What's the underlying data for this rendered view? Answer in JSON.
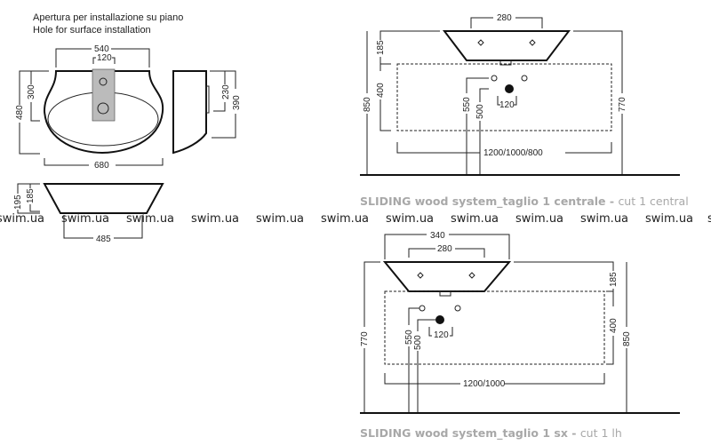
{
  "left": {
    "caption_it": "Apertura per installazione su piano",
    "caption_en": "Hole for surface installation",
    "dims": {
      "w540": "540",
      "w120": "120",
      "h480": "480",
      "h300": "300",
      "w680": "680",
      "h230": "230",
      "h390": "390",
      "h195": "195",
      "h185": "185",
      "w485": "485"
    }
  },
  "central": {
    "dims": {
      "w280": "280",
      "h185": "185",
      "h400": "400",
      "h850": "850",
      "h550": "550",
      "h500": "500",
      "h770": "770",
      "w120": "120",
      "width": "1200/1000/800"
    },
    "title_bold": "SLIDING wood system_taglio 1 centrale - ",
    "title_light": "cut 1 central"
  },
  "lh": {
    "dims": {
      "w340": "340",
      "w280": "280",
      "h185": "185",
      "h400": "400",
      "h850": "850",
      "h770": "770",
      "h550": "550",
      "h500": "500",
      "w120": "120",
      "width": "1200/1000"
    },
    "title_bold": "SLIDING wood system_taglio 1 sx - ",
    "title_light": "cut 1 lh"
  },
  "watermark": "swim.ua",
  "colors": {
    "line": "#222222",
    "subtitle": "#a8a8a8"
  }
}
